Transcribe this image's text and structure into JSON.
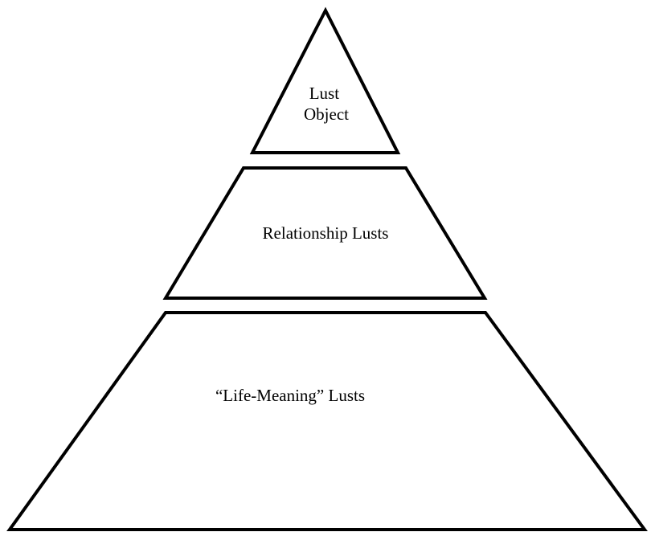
{
  "pyramid": {
    "top": {
      "lines": [
        "Lust",
        "Object"
      ]
    },
    "middle": {
      "label": "Relationship Lusts"
    },
    "bottom": {
      "label": "“Life-Meaning” Lusts"
    }
  },
  "colors": {
    "stroke": "#000000",
    "fill": "#ffffff",
    "text": "#000000"
  }
}
